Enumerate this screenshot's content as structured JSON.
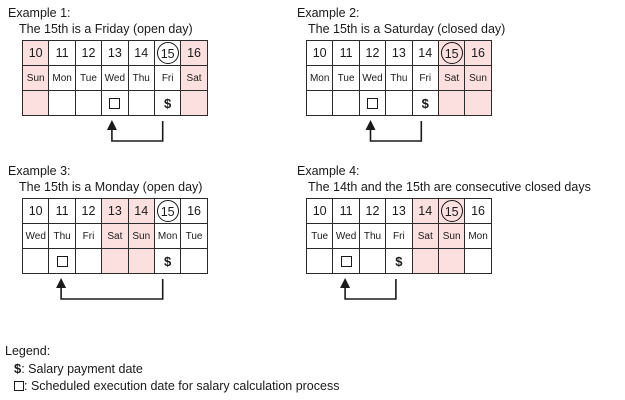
{
  "examples": [
    {
      "id": "example-1",
      "title": "Example 1:",
      "subtitle": "The 15th is a Friday (open day)",
      "days": [
        "10",
        "11",
        "12",
        "13",
        "14",
        "15",
        "16"
      ],
      "dows": [
        "Sun",
        "Mon",
        "Tue",
        "Wed",
        "Thu",
        "Fri",
        "Sat"
      ],
      "closed": [
        true,
        false,
        false,
        false,
        false,
        false,
        true
      ],
      "circled_index": 5,
      "square_index": 3,
      "dollar_index": 5,
      "marks": [
        "",
        "",
        "",
        "square",
        "",
        "dollar",
        ""
      ]
    },
    {
      "id": "example-2",
      "title": "Example 2:",
      "subtitle": "The 15th is a Saturday (closed day)",
      "days": [
        "10",
        "11",
        "12",
        "13",
        "14",
        "15",
        "16"
      ],
      "dows": [
        "Mon",
        "Tue",
        "Wed",
        "Thu",
        "Fri",
        "Sat",
        "Sun"
      ],
      "closed": [
        false,
        false,
        false,
        false,
        false,
        true,
        true
      ],
      "circled_index": 5,
      "square_index": 2,
      "dollar_index": 4,
      "marks": [
        "",
        "",
        "square",
        "",
        "dollar",
        "",
        ""
      ]
    },
    {
      "id": "example-3",
      "title": "Example 3:",
      "subtitle": "The 15th is a Monday (open day)",
      "days": [
        "10",
        "11",
        "12",
        "13",
        "14",
        "15",
        "16"
      ],
      "dows": [
        "Wed",
        "Thu",
        "Fri",
        "Sat",
        "Sun",
        "Mon",
        "Tue"
      ],
      "closed": [
        false,
        false,
        false,
        true,
        true,
        false,
        false
      ],
      "circled_index": 5,
      "square_index": 1,
      "dollar_index": 5,
      "marks": [
        "",
        "square",
        "",
        "",
        "",
        "dollar",
        ""
      ]
    },
    {
      "id": "example-4",
      "title": "Example 4:",
      "subtitle": "The 14th and the 15th are consecutive closed days",
      "days": [
        "10",
        "11",
        "12",
        "13",
        "14",
        "15",
        "16"
      ],
      "dows": [
        "Tue",
        "Wed",
        "Thu",
        "Fri",
        "Sat",
        "Sun",
        "Mon"
      ],
      "closed": [
        false,
        false,
        false,
        false,
        true,
        true,
        false
      ],
      "circled_index": 5,
      "square_index": 1,
      "dollar_index": 3,
      "marks": [
        "",
        "square",
        "",
        "dollar",
        "",
        "",
        ""
      ]
    }
  ],
  "legend": {
    "title": "Legend:",
    "dollar_symbol": "$",
    "dollar_text": ": Salary payment date",
    "square_text": ": Scheduled execution date for salary calculation process"
  },
  "colors": {
    "closed_day_fill": "#fce0e0",
    "border": "#2b2b2b",
    "text": "#1a1a1a",
    "background": "#ffffff"
  }
}
